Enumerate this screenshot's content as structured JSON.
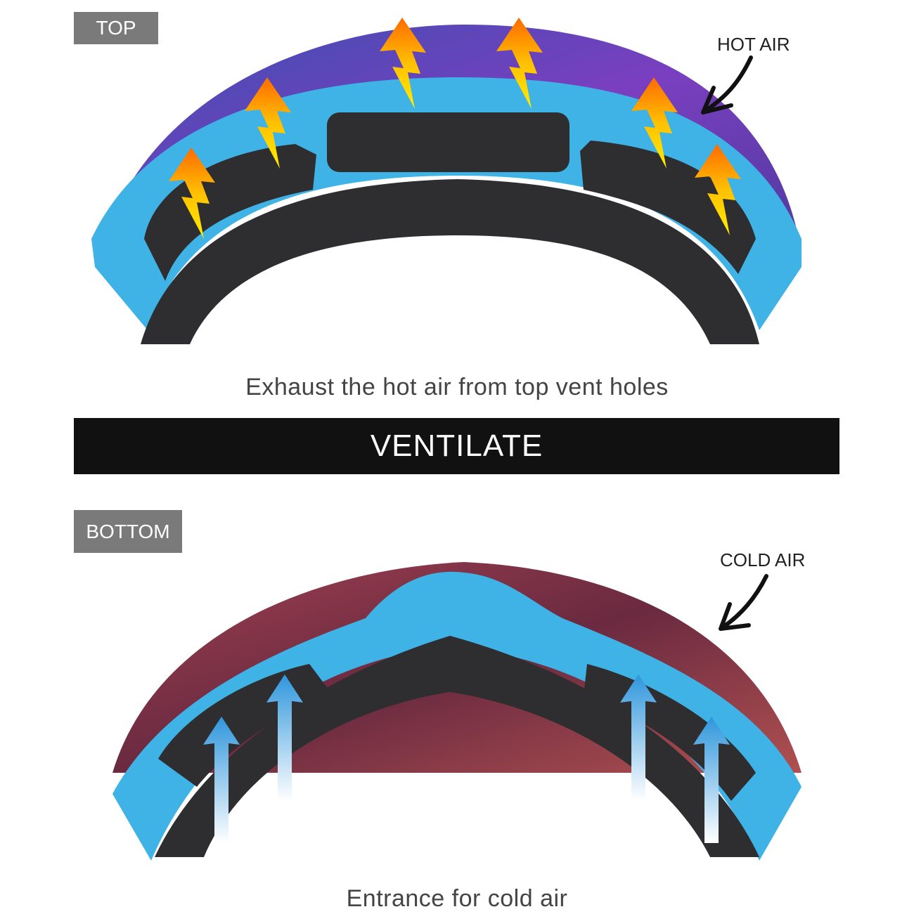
{
  "top_section": {
    "tag": "TOP",
    "note": "HOT AIR",
    "caption": "Exhaust the hot air from top vent holes"
  },
  "banner": "VENTILATE",
  "bottom_section": {
    "tag": "BOTTOM",
    "note": "COLD AIR",
    "caption": "Entrance for cold air"
  },
  "colors": {
    "frame": "#3fb2e6",
    "foam": "#2e2e30",
    "top_lens": "#5a3fa8",
    "bottom_lens": "#7a3040",
    "hot_arrow": "#ff8a00",
    "cold_arrow": "#3aa0e0"
  }
}
